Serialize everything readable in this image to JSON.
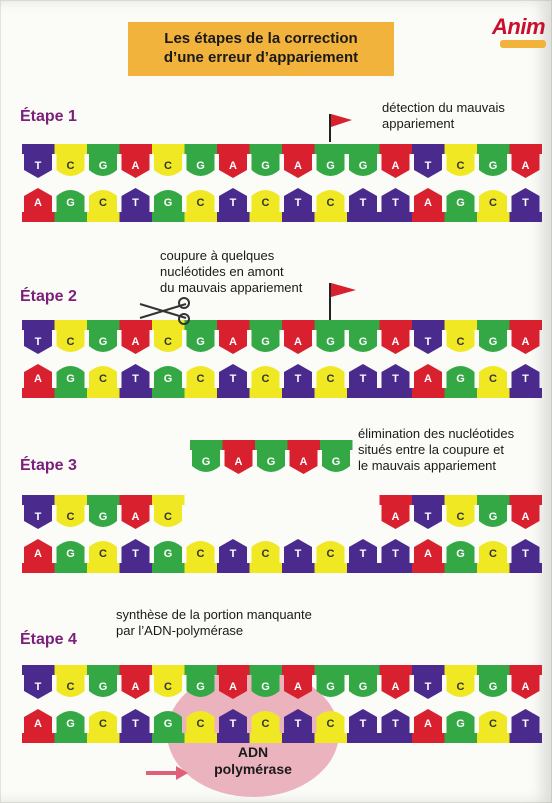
{
  "title": {
    "line1": "Les étapes de la correction",
    "line2": "d’une erreur d’appariement"
  },
  "logo": {
    "text": "Anim"
  },
  "colors": {
    "T": "#4a2a8c",
    "C": "#f0e822",
    "G": "#33a845",
    "A": "#d8202e",
    "title_bg": "#f2b33c",
    "step": "#7a1f7a",
    "polymerase": "#e8a6b4"
  },
  "steps": [
    {
      "label": "Étape 1",
      "note": [
        "détection du mauvais",
        "appariement"
      ]
    },
    {
      "label": "Étape 2",
      "note": [
        "coupure à quelques",
        "nucléotides en amont",
        "du mauvais appariement"
      ]
    },
    {
      "label": "Étape 3",
      "note": [
        "élimination des nucléotides",
        "situés entre la coupure et",
        "le mauvais appariement"
      ]
    },
    {
      "label": "Étape 4",
      "note": [
        "synthèse de la portion manquante",
        "par l’ADN-polymérase"
      ]
    }
  ],
  "strands": {
    "top": [
      "T",
      "C",
      "G",
      "A",
      "C",
      "G",
      "A",
      "G",
      "A",
      "G",
      "G",
      "A",
      "T",
      "C",
      "G",
      "A"
    ],
    "bottom": [
      "A",
      "G",
      "C",
      "T",
      "G",
      "C",
      "T",
      "C",
      "T",
      "C",
      "T",
      "T",
      "A",
      "G",
      "C",
      "T"
    ],
    "excised": [
      "G",
      "A",
      "G",
      "A",
      "G"
    ]
  },
  "polymerase": {
    "line1": "ADN",
    "line2": "polymérase"
  }
}
